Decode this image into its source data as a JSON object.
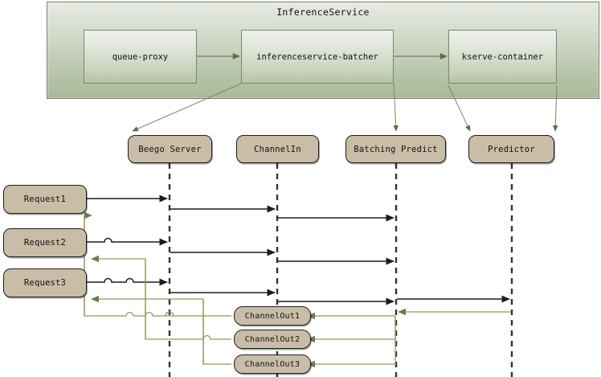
{
  "diagram": {
    "type": "sequence-diagram",
    "colors": {
      "container_border": "#6f7f5c",
      "container_fill_top": "#e6eae3",
      "container_fill_bottom": "#a9b89a",
      "node_fill": "#c9bda8",
      "node_border": "#1d1d1d",
      "request_arrow": "#1d1d1d",
      "return_arrow": "#7b8a52",
      "lifeline": "#333333"
    }
  },
  "container": {
    "title": "InferenceService",
    "components": [
      {
        "id": "queue-proxy",
        "label": "queue-proxy"
      },
      {
        "id": "inferenceservice-batcher",
        "label": "inferenceservice-batcher"
      },
      {
        "id": "kserve-container",
        "label": "kserve-container"
      }
    ]
  },
  "lifelines": [
    {
      "id": "beego-server",
      "label": "Beego Server"
    },
    {
      "id": "channelin",
      "label": "ChannelIn"
    },
    {
      "id": "batching-predict",
      "label": "Batching Predict"
    },
    {
      "id": "predictor",
      "label": "Predictor"
    }
  ],
  "requests": [
    {
      "id": "request1",
      "label": "Request1"
    },
    {
      "id": "request2",
      "label": "Request2"
    },
    {
      "id": "request3",
      "label": "Request3"
    }
  ],
  "channel_outs": [
    {
      "id": "channelout1",
      "label": "ChannelOut1"
    },
    {
      "id": "channelout2",
      "label": "ChannelOut2"
    },
    {
      "id": "channelout3",
      "label": "ChannelOut3"
    }
  ],
  "mappings": [
    {
      "from": "inferenceservice-batcher",
      "to": "beego-server"
    },
    {
      "from": "inferenceservice-batcher",
      "to": "batching-predict"
    },
    {
      "from": "kserve-container",
      "to": "predictor"
    },
    {
      "from": "kserve-container",
      "to": "predictor"
    }
  ],
  "messages": [
    {
      "from": "request1",
      "to": "beego-server",
      "kind": "call"
    },
    {
      "from": "beego-server",
      "to": "channelin",
      "kind": "call"
    },
    {
      "from": "channelin",
      "to": "batching-predict",
      "kind": "call"
    },
    {
      "from": "request2",
      "to": "beego-server",
      "kind": "call"
    },
    {
      "from": "beego-server",
      "to": "channelin",
      "kind": "call"
    },
    {
      "from": "channelin",
      "to": "batching-predict",
      "kind": "call"
    },
    {
      "from": "request3",
      "to": "beego-server",
      "kind": "call"
    },
    {
      "from": "beego-server",
      "to": "channelin",
      "kind": "call"
    },
    {
      "from": "channelin",
      "to": "batching-predict",
      "kind": "call"
    },
    {
      "from": "batching-predict",
      "to": "predictor",
      "kind": "call"
    },
    {
      "from": "predictor",
      "to": "batching-predict",
      "kind": "return"
    },
    {
      "from": "batching-predict",
      "to": "channelout1",
      "kind": "return"
    },
    {
      "from": "batching-predict",
      "to": "channelout2",
      "kind": "return"
    },
    {
      "from": "batching-predict",
      "to": "channelout3",
      "kind": "return"
    },
    {
      "from": "channelout1",
      "to": "request1",
      "kind": "return"
    },
    {
      "from": "channelout2",
      "to": "request2",
      "kind": "return"
    },
    {
      "from": "channelout3",
      "to": "request3",
      "kind": "return"
    }
  ]
}
